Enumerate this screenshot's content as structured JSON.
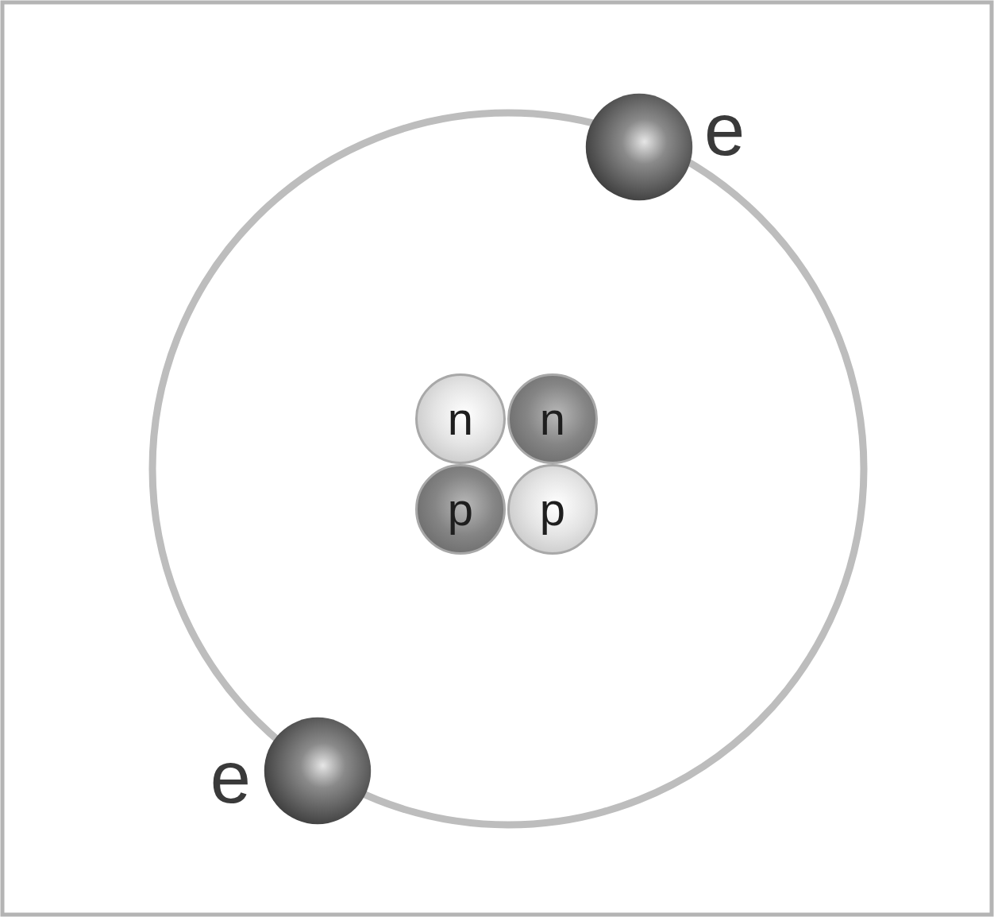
{
  "diagram": {
    "nodes": [
      {
        "text": [
          "e"
        ]
      },
      {
        "text": [
          "n"
        ]
      },
      {
        "text": [
          "n"
        ]
      },
      {
        "text": [
          "p"
        ]
      },
      {
        "text": [
          "p"
        ]
      },
      {
        "text": [
          "e"
        ]
      }
    ]
  }
}
